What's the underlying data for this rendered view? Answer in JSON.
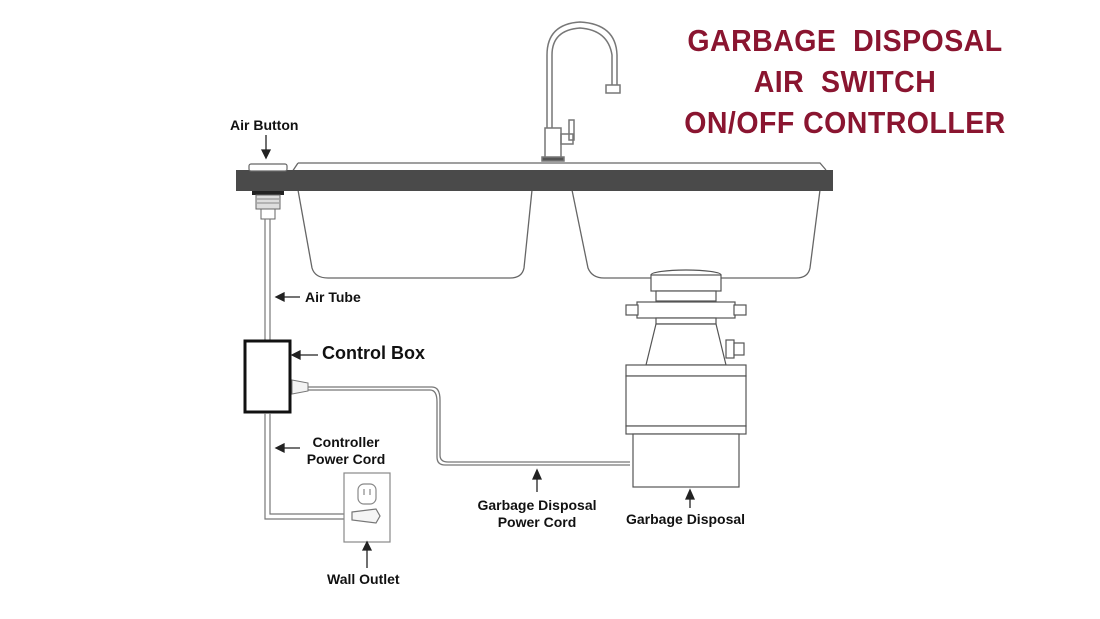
{
  "title": {
    "lines": [
      "GARBAGE  DISPOSAL",
      "AIR  SWITCH",
      "ON/OFF CONTROLLER"
    ],
    "color": "#8a1530"
  },
  "labels": {
    "air_button": "Air Button",
    "air_tube": "Air Tube",
    "control_box": "Control Box",
    "controller_power_cord": [
      "Controller",
      "Power Cord"
    ],
    "wall_outlet": "Wall Outlet",
    "garbage_disposal_power_cord": [
      "Garbage Disposal",
      "Power Cord"
    ],
    "garbage_disposal": "Garbage Disposal"
  },
  "colors": {
    "countertop": "#4a4a4a",
    "line": "#555555",
    "text": "#111111"
  }
}
